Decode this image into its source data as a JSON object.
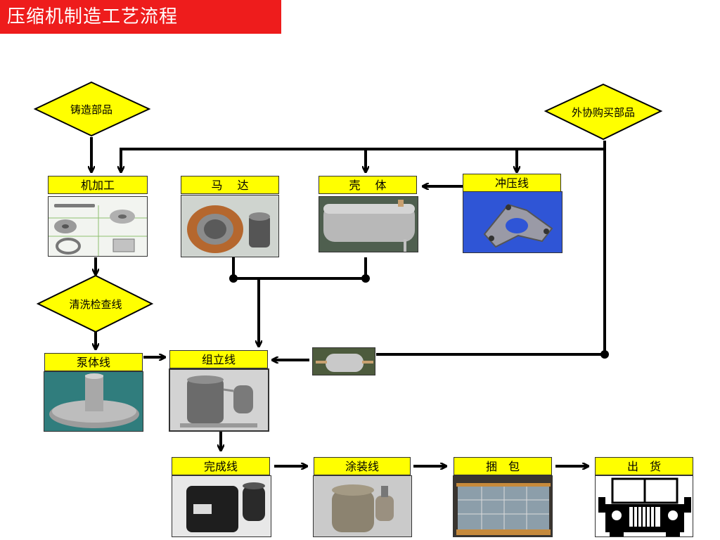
{
  "title": "压缩机制造工艺流程",
  "decisions": {
    "casting": "铸造部品",
    "outsourced": "外协购买部品",
    "cleaning": "清洗检查线"
  },
  "stations": {
    "machining": "机加工",
    "motor": "马　 达",
    "shell": "壳　 体",
    "stamping": "冲压线",
    "pump": "泵体线",
    "assembly": "组立线",
    "finish": "完成线",
    "painting": "涂装线",
    "packing": "捆　包",
    "shipping": "出　货"
  },
  "colors": {
    "title_bg": "#ee1c1c",
    "label_bg": "#ffff00",
    "diamond_fill": "#ffff00"
  }
}
